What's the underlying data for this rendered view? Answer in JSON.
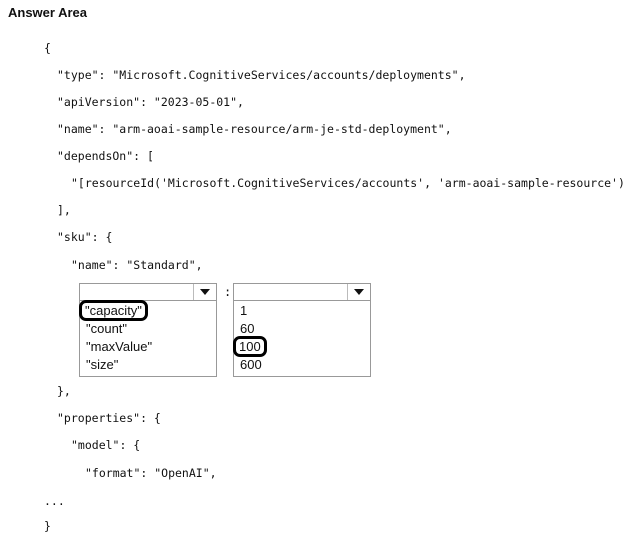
{
  "title": "Answer Area",
  "code": {
    "l1": "{",
    "l2": "\"type\": \"Microsoft.CognitiveServices/accounts/deployments\",",
    "l3": "\"apiVersion\": \"2023-05-01\",",
    "l4": "\"name\": \"arm-aoai-sample-resource/arm-je-std-deployment\",",
    "l5": "\"dependsOn\": [",
    "l6": "\"[resourceId('Microsoft.CognitiveServices/accounts', 'arm-aoai-sample-resource')]\"",
    "l7": "],",
    "l8": "\"sku\": {",
    "l9": "\"name\": \"Standard\",",
    "l10": "},",
    "l11": "\"properties\": {",
    "l12": "\"model\": {",
    "l13": "\"format\": \"OpenAI\",",
    "l14": "...",
    "l15": "}"
  },
  "colon": ":",
  "dropdown_key": {
    "options": [
      "\"capacity\"",
      "\"count\"",
      "\"maxValue\"",
      "\"size\""
    ],
    "selected": "\"capacity\""
  },
  "dropdown_value": {
    "options": [
      "1",
      "60",
      "100",
      "600"
    ],
    "selected": "100"
  }
}
